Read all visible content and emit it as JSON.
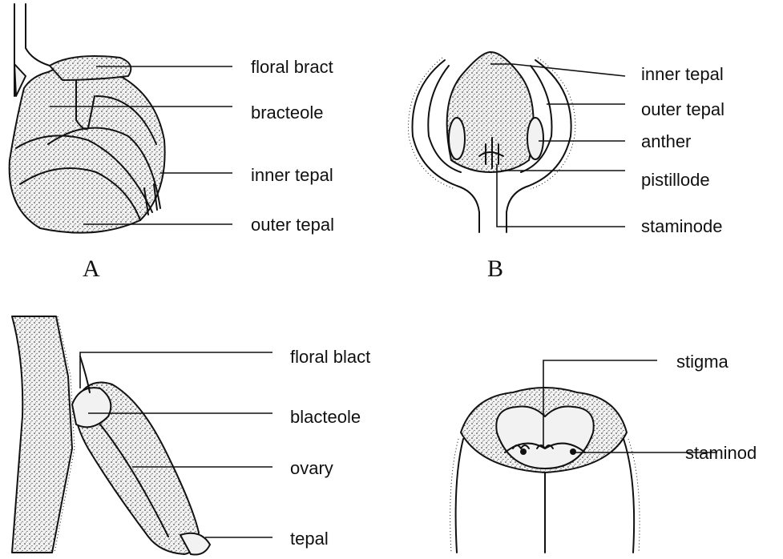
{
  "figure_a": {
    "panel_letter": "A",
    "labels": {
      "floral_bract": "floral bract",
      "bracteole": "bracteole",
      "inner_tepal": "inner tepal",
      "outer_tepal": "outer tepal"
    }
  },
  "figure_b": {
    "panel_letter": "B",
    "labels": {
      "inner_tepal": "inner tepal",
      "outer_tepal": "outer tepal",
      "anther": "anther",
      "pistillode": "pistillode",
      "staminode": "staminode"
    }
  },
  "figure_c": {
    "labels": {
      "floral_blact": "floral blact",
      "blacteole": "blacteole",
      "ovary": "ovary",
      "tepal": "tepal"
    }
  },
  "figure_d": {
    "labels": {
      "stigma": "stigma",
      "staminod": "staminod"
    }
  }
}
